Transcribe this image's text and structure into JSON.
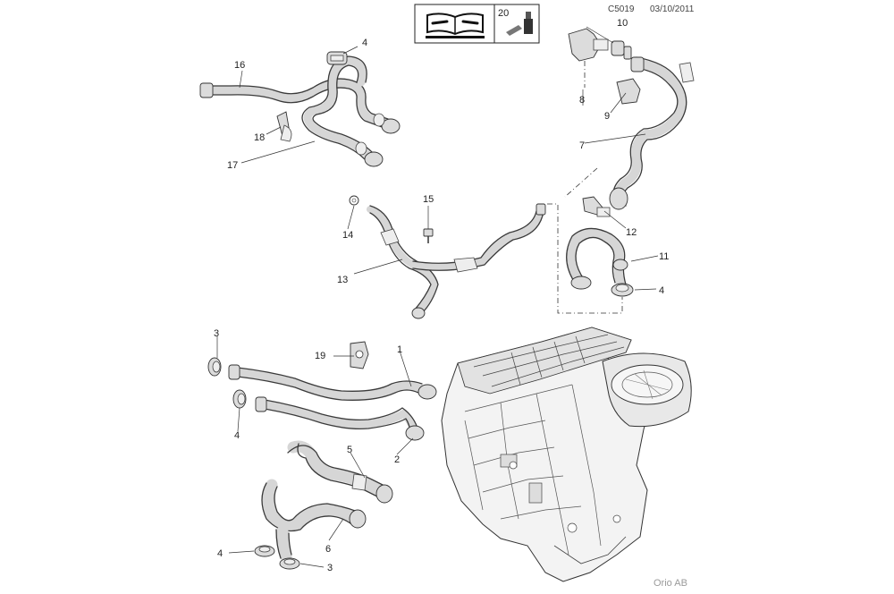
{
  "header": {
    "code": "C5019",
    "date": "03/10/2011",
    "icon_box": {
      "manual_icon": "workshop-manual-icon",
      "ref_number": "20",
      "bottle_icon": "sealant-bottle-icon"
    }
  },
  "footer": {
    "brand": "Orio AB"
  },
  "callouts": {
    "c1": "1",
    "c2": "2",
    "c3a": "3",
    "c3b": "3",
    "c4a": "4",
    "c4b": "4",
    "c4c": "4",
    "c4d": "4",
    "c5": "5",
    "c6": "6",
    "c7": "7",
    "c8": "8",
    "c9": "9",
    "c10": "10",
    "c11": "11",
    "c12": "12",
    "c13": "13",
    "c14": "14",
    "c15": "15",
    "c16": "16",
    "c17": "17",
    "c18": "18",
    "c19": "19"
  }
}
